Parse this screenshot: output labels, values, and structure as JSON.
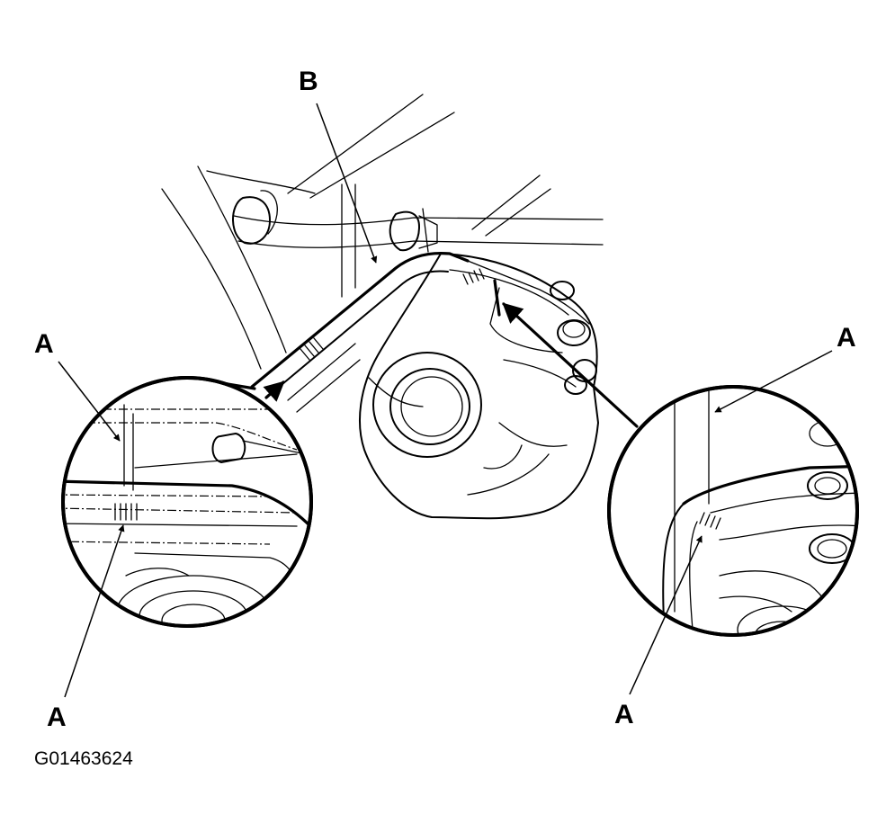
{
  "figure": {
    "figure_id": "G01463624",
    "callouts": {
      "pipe_label": "B",
      "mark_label": "A"
    }
  }
}
